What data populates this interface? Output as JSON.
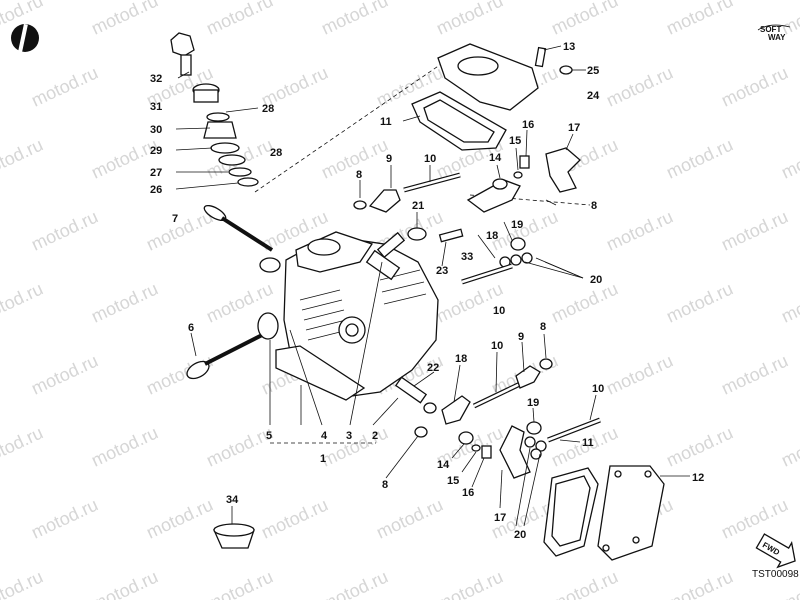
{
  "watermark": "motod.ru",
  "brand": {
    "line1": "SOFT",
    "line2": "WAY"
  },
  "drawing_code": "TST00098",
  "fwd_label": "FWD",
  "callouts": {
    "c13": "13",
    "c25": "25",
    "c24": "24",
    "c11a": "11",
    "c32": "32",
    "c31": "31",
    "c28a": "28",
    "c30": "30",
    "c29": "29",
    "c28b": "28",
    "c27": "27",
    "c26": "26",
    "c7": "7",
    "c9a": "9",
    "c10a": "10",
    "c8a": "8",
    "c15a": "15",
    "c16a": "16",
    "c17a": "17",
    "c14a": "14",
    "c8b": "8",
    "c21": "21",
    "c18a": "18",
    "c19a": "19",
    "c23": "23",
    "c33": "33",
    "c20a": "20",
    "c10b": "10",
    "c6": "6",
    "c22": "22",
    "c18b": "18",
    "c10c": "10",
    "c9b": "9",
    "c8c": "8",
    "c10d": "10",
    "c19b": "19",
    "c11b": "11",
    "c5": "5",
    "c4": "4",
    "c3": "3",
    "c2": "2",
    "c1": "1",
    "c8d": "8",
    "c14b": "14",
    "c15b": "15",
    "c16b": "16",
    "c17b": "17",
    "c20b": "20",
    "c12": "12",
    "c34": "34"
  }
}
